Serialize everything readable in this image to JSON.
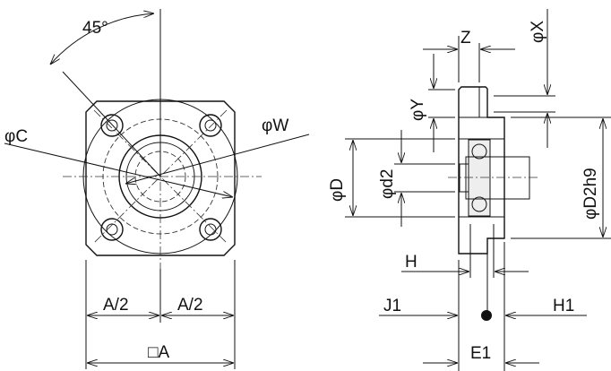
{
  "front_view": {
    "angle_label": "45°",
    "phi_c": "φC",
    "phi_w": "φW",
    "half_a_left": "A/2",
    "half_a_right": "A/2",
    "square_a": "□A"
  },
  "side_view": {
    "z": "Z",
    "phi_x": "φX",
    "phi_y": "φY",
    "phi_d": "φD",
    "phi_d2": "φd2",
    "phi_d2h9": "φD2h9",
    "h": "H",
    "j1": "J1",
    "h1": "H1",
    "e1": "E1"
  }
}
